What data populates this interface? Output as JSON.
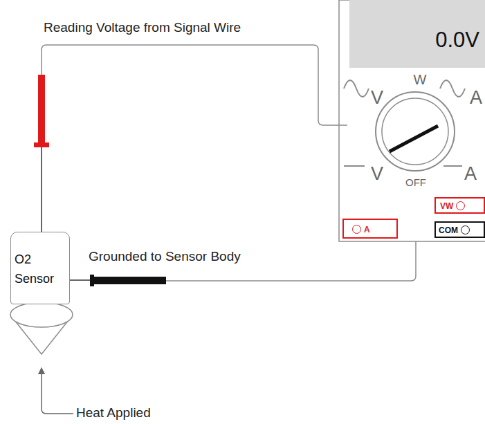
{
  "diagram": {
    "nodes": [
      {
        "text": [
          "O2 Sensor"
        ]
      },
      {
        "text": [
          "0.0V"
        ]
      },
      {
        "text": [
          "VW"
        ]
      },
      {
        "text": [
          "COM"
        ]
      },
      {
        "text": [
          "A"
        ]
      }
    ],
    "labels": [
      "Reading Voltage from Signal Wire",
      "Grounded to Sensor Body",
      "Heat Applied",
      "W",
      "V",
      "A",
      "V",
      "A",
      "OFF"
    ]
  }
}
